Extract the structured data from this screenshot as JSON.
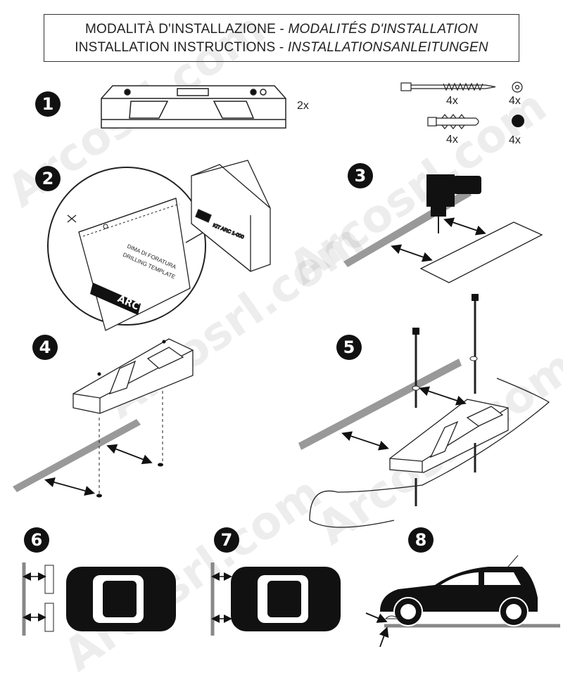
{
  "header": {
    "line1_regular": "MODALITÀ D'INSTALLAZIONE - ",
    "line1_italic": "MODALITÉS D'INSTALLATION",
    "line2_regular": "INSTALLATION INSTRUCTIONS - ",
    "line2_italic": "INSTALLATIONSANLEITUNGEN"
  },
  "steps": [
    "1",
    "2",
    "3",
    "4",
    "5",
    "6",
    "7",
    "8"
  ],
  "parts": {
    "bumper_qty": "2x",
    "screw_qty": "4x",
    "washer_qty": "4x",
    "plug_qty": "4x",
    "cap_qty": "4x"
  },
  "template_labels": {
    "dima": "DIMA DI FORATURA",
    "drilling": "DRILLING TEMPLATE",
    "brand": "ARC",
    "kit": "KIT ARC 1-000"
  },
  "watermark": "Arcosrl.com",
  "colors": {
    "ink": "#111111",
    "line_gray": "#999999",
    "watermark": "#e6e6e6"
  }
}
